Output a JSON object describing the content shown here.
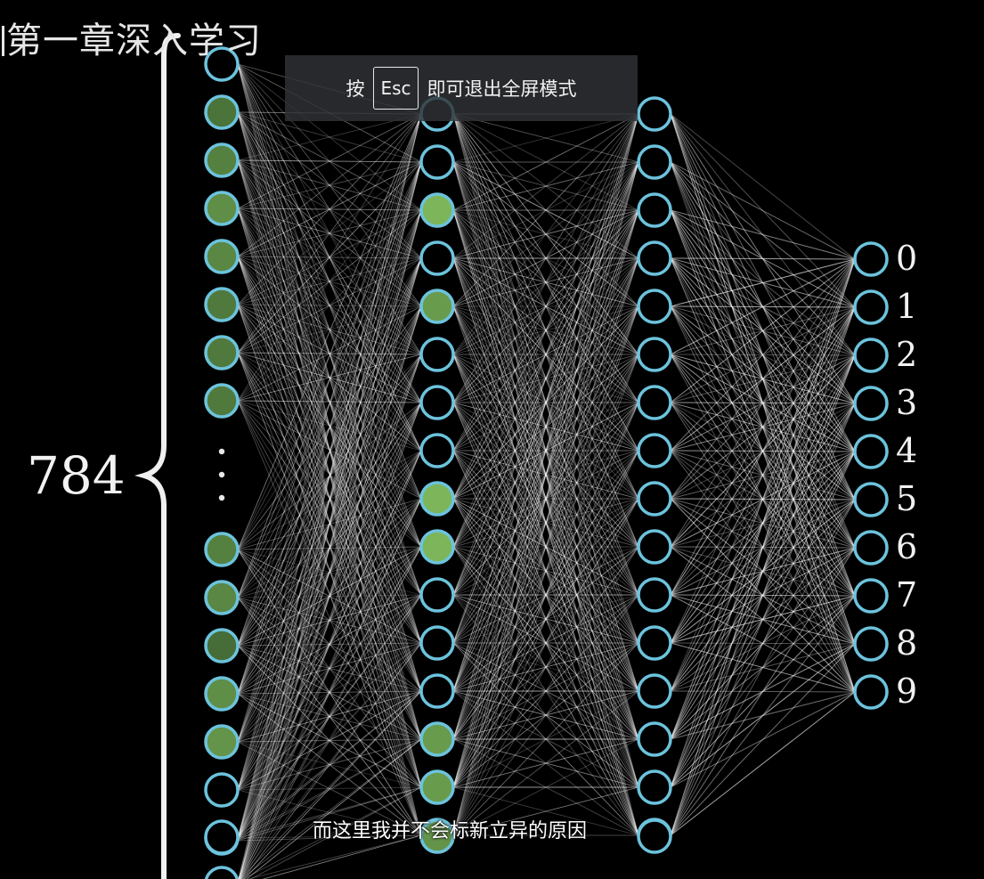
{
  "video": {
    "title": "第一章深入学习",
    "input_count_label": "784",
    "subtitle": "而这里我并不会标新立异的原因"
  },
  "fullscreen_hint": {
    "prefix": "按",
    "key_label": "Esc",
    "suffix": "即可退出全屏模式"
  },
  "network": {
    "neuron_outline_color": "#6cc3dd",
    "edge_color": "#ffffff",
    "input_layer": {
      "visible_neurons_above_ellipsis": 8,
      "visible_neurons_below_ellipsis": 8,
      "activations_above": [
        0.0,
        0.35,
        0.45,
        0.55,
        0.5,
        0.4,
        0.4,
        0.4
      ],
      "activations_below": [
        0.45,
        0.5,
        0.3,
        0.55,
        0.6,
        0.0,
        0.0,
        0.0
      ]
    },
    "hidden_layer_1": {
      "activations": [
        0.0,
        0.0,
        0.85,
        0.0,
        0.65,
        0.0,
        0.0,
        0.0,
        0.85,
        0.85,
        0.0,
        0.0,
        0.0,
        0.65,
        0.65,
        0.5
      ]
    },
    "hidden_layer_2": {
      "activations": [
        0,
        0,
        0,
        0,
        0,
        0,
        0,
        0,
        0,
        0,
        0,
        0,
        0,
        0,
        0,
        0
      ]
    },
    "output_layer": {
      "labels": [
        "0",
        "1",
        "2",
        "3",
        "4",
        "5",
        "6",
        "7",
        "8",
        "9"
      ],
      "activations": [
        0,
        0,
        0,
        0,
        0,
        0,
        0,
        0,
        0,
        0
      ]
    }
  }
}
